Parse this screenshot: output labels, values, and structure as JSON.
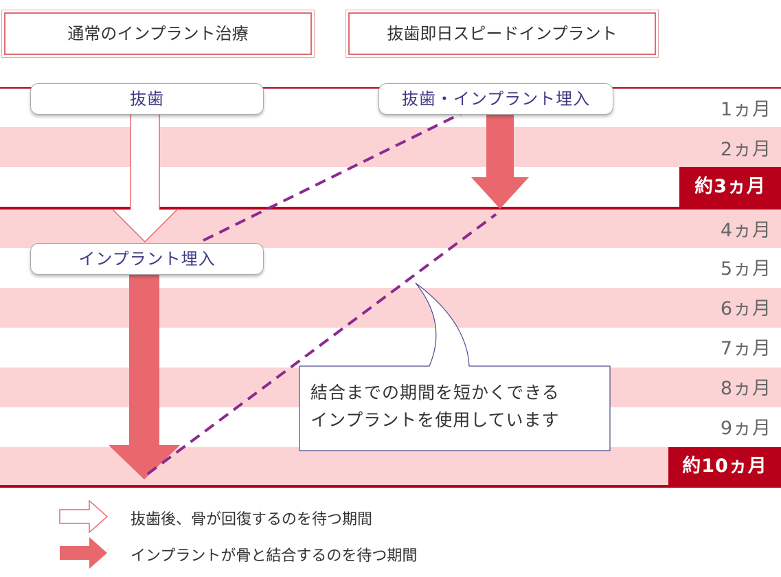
{
  "headers": {
    "normal": "通常のインプラント治療",
    "speed": "抜歯即日スピードインプラント"
  },
  "months": [
    {
      "label": "1ヵ月",
      "highlight": false
    },
    {
      "label": "2ヵ月",
      "highlight": false
    },
    {
      "label": "約3ヵ月",
      "highlight": true
    },
    {
      "label": "4ヵ月",
      "highlight": false
    },
    {
      "label": "5ヵ月",
      "highlight": false
    },
    {
      "label": "6ヵ月",
      "highlight": false
    },
    {
      "label": "7ヵ月",
      "highlight": false
    },
    {
      "label": "8ヵ月",
      "highlight": false
    },
    {
      "label": "9ヵ月",
      "highlight": false
    },
    {
      "label": "約10ヵ月",
      "highlight": true
    }
  ],
  "steps": {
    "extraction": "抜歯",
    "implant_placement": "インプラント埋入",
    "extraction_and_implant": "抜歯・インプラント埋入"
  },
  "callout": {
    "line1": "結合までの期間を短かくできる",
    "line2": "インプラントを使用しています"
  },
  "legend": {
    "bone_recovery": "抜歯後、骨が回復するのを待つ期間",
    "implant_integration": "インプラントが骨と結合するのを待つ期間"
  },
  "colors": {
    "band_pink": "#fbd3d5",
    "accent_red": "#b8001a",
    "arrow_red": "#e8686d",
    "dashed_purple": "#8b2a8f"
  }
}
